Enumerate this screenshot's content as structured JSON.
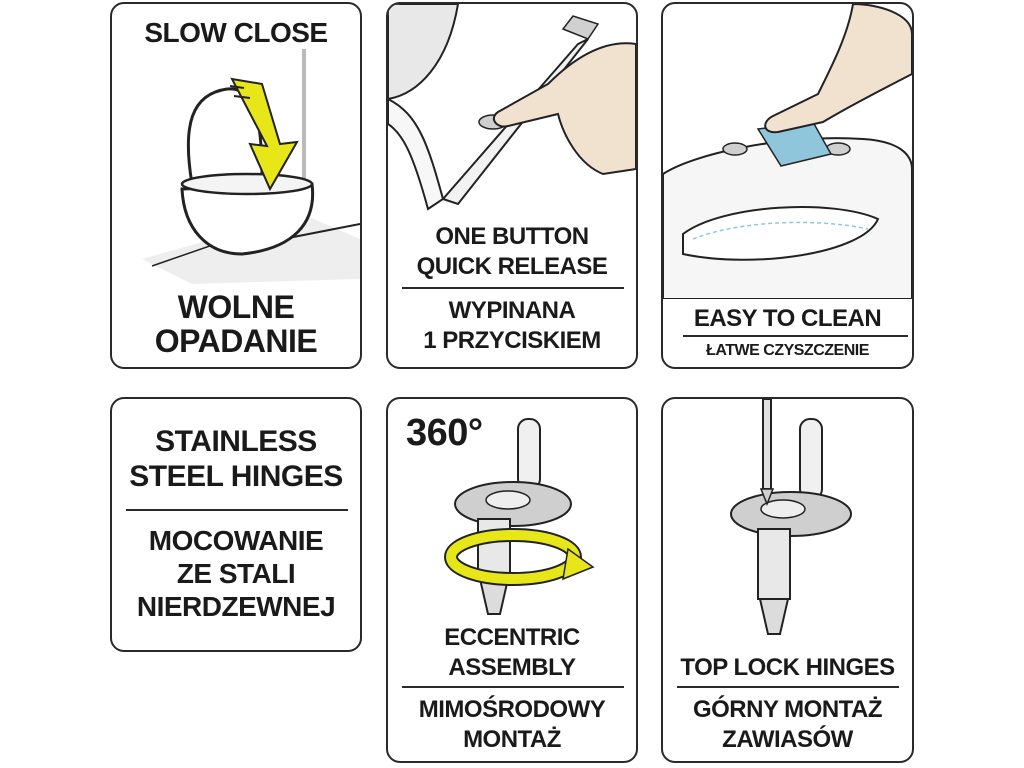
{
  "panels": {
    "slow_close": {
      "title": "SLOW CLOSE",
      "line1": "WOLNE",
      "line2": "OPADANIE"
    },
    "quick_release": {
      "en1": "ONE BUTTON",
      "en2": "QUICK RELEASE",
      "pl1": "WYPINANA",
      "pl2": "1 PRZYCISKIEM"
    },
    "easy_clean": {
      "en": "EASY TO CLEAN",
      "pl": "ŁATWE CZYSZCZENIE"
    },
    "stainless": {
      "en1": "STAINLESS",
      "en2": "STEEL HINGES",
      "pl1": "MOCOWANIE",
      "pl2": "ZE STALI",
      "pl3": "NIERDZEWNEJ"
    },
    "eccentric": {
      "badge": "360°",
      "en1": "ECCENTRIC",
      "en2": "ASSEMBLY",
      "pl1": "MIMOŚRODOWY",
      "pl2": "MONTAŻ"
    },
    "top_lock": {
      "en": "TOP LOCK HINGES",
      "pl1": "GÓRNY MONTAŻ",
      "pl2": "ZAWIASÓW"
    }
  },
  "colors": {
    "accent_yellow": "#e6e619",
    "border": "#2a2a2a",
    "cloth_blue": "#8fc6dc",
    "skin": "#f1e1cf"
  },
  "icons": [
    "slow-close-arrow-icon",
    "release-button-hand-icon",
    "wiping-hand-icon",
    "hinge-360-rotation-icon",
    "screwdriver-hinge-icon"
  ]
}
